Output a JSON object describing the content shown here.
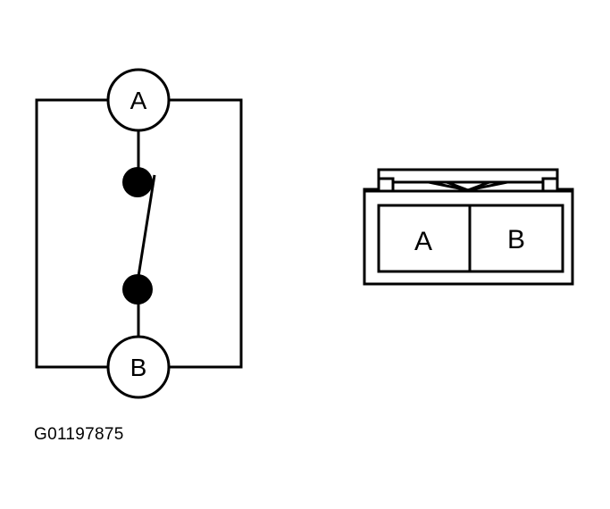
{
  "schematic": {
    "terminal_top_label": "A",
    "terminal_bottom_label": "B"
  },
  "connector": {
    "pin_left_label": "A",
    "pin_right_label": "B"
  },
  "figure": {
    "reference_code": "G01197875"
  },
  "colors": {
    "ink": "#000000",
    "paper": "#ffffff"
  }
}
